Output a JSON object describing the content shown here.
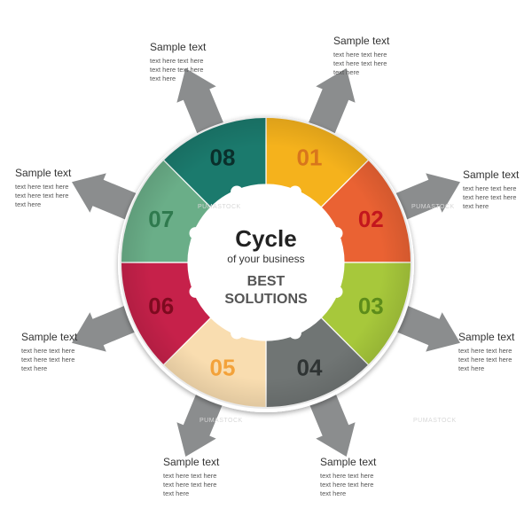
{
  "center": {
    "title": "Cycle",
    "subtitle": "of your business",
    "tagline_1": "BEST",
    "tagline_2": "SOLUTIONS"
  },
  "segments": [
    {
      "number": "01",
      "color": "#f5b21c",
      "text_color": "#d8761c"
    },
    {
      "number": "02",
      "color": "#ea6233",
      "text_color": "#c3161d"
    },
    {
      "number": "03",
      "color": "#a7c83b",
      "text_color": "#5d8c1a"
    },
    {
      "number": "04",
      "color": "#707574",
      "text_color": "#2f3434"
    },
    {
      "number": "05",
      "color": "#f9ddb0",
      "text_color": "#f3a23a"
    },
    {
      "number": "06",
      "color": "#c6214a",
      "text_color": "#7e0a1f"
    },
    {
      "number": "07",
      "color": "#6aae88",
      "text_color": "#2f7a4e"
    },
    {
      "number": "08",
      "color": "#1b7a6d",
      "text_color": "#0a2f2b"
    }
  ],
  "labels": [
    {
      "title": "Sample text",
      "lines": [
        "text here text here",
        "text here text here",
        "text here"
      ]
    },
    {
      "title": "Sample text",
      "lines": [
        "text here text here",
        "text here text here",
        "text here"
      ]
    },
    {
      "title": "Sample text",
      "lines": [
        "text here text here",
        "text here text here",
        "text here"
      ]
    },
    {
      "title": "Sample text",
      "lines": [
        "text here text here",
        "text here text here",
        "text here"
      ]
    },
    {
      "title": "Sample text",
      "lines": [
        "text here text here",
        "text here text here",
        "text here"
      ]
    },
    {
      "title": "Sample text",
      "lines": [
        "text here text here",
        "text here text here",
        "text here"
      ]
    },
    {
      "title": "Sample text",
      "lines": [
        "text here text here",
        "text here text here",
        "text here"
      ]
    },
    {
      "title": "Sample text",
      "lines": [
        "text here text here",
        "text here text here",
        "text here"
      ]
    }
  ],
  "arrow_color": "#8b8d8e",
  "watermark": "PUMASTOCK"
}
